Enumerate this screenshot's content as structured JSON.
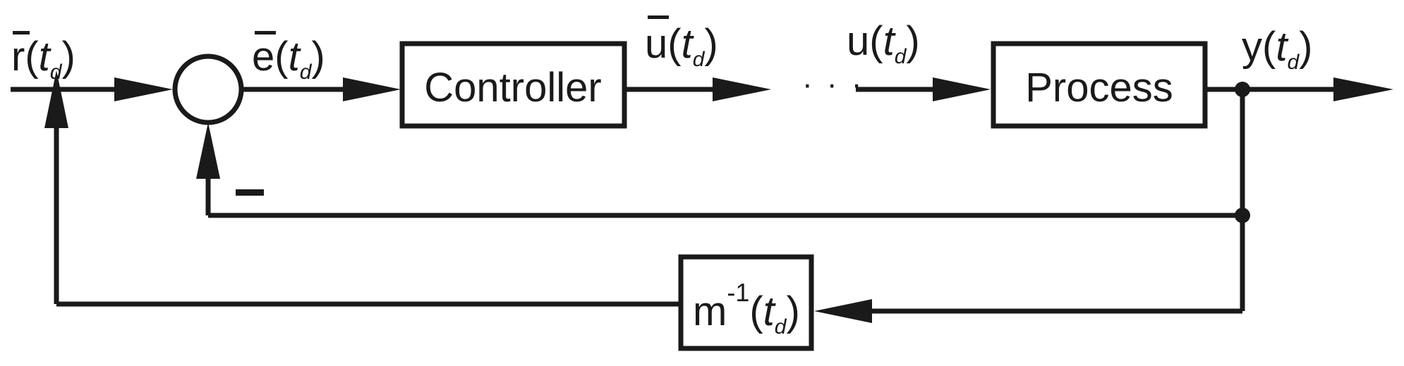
{
  "blocks": {
    "controller": {
      "label": "Controller"
    },
    "process": {
      "label": "Process"
    },
    "inverse": {
      "base": "m",
      "sup": "-1",
      "arg_open": "(",
      "var": "t",
      "sub": "d",
      "arg_close": ")"
    }
  },
  "signals": {
    "r_bar": {
      "name": "r",
      "open": "(",
      "var": "t",
      "sub": "d",
      "close": ")"
    },
    "e_bar": {
      "name": "e",
      "open": "(",
      "var": "t",
      "sub": "d",
      "close": ")"
    },
    "u_bar": {
      "name": "u",
      "open": "(",
      "var": "t",
      "sub": "d",
      "close": ")"
    },
    "u": {
      "name": "u",
      "open": "(",
      "var": "t",
      "sub": "d",
      "close": ")"
    },
    "y": {
      "name": "y",
      "open": "(",
      "var": "t",
      "sub": "d",
      "close": ")"
    }
  },
  "summing_junction": {
    "minus_sign": "−"
  },
  "ellipsis": "· · ·",
  "colors": {
    "stroke": "#1a1a1a",
    "background": "#ffffff"
  }
}
